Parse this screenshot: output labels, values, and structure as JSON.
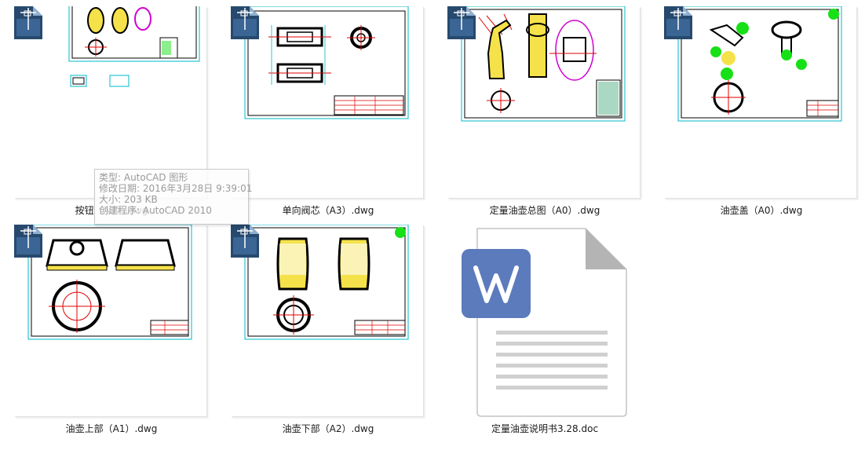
{
  "files": [
    {
      "name": "按钮（A3）.dwg",
      "type": "dwg"
    },
    {
      "name": "单向阀芯（A3）.dwg",
      "type": "dwg"
    },
    {
      "name": "定量油壶总图（A0）.dwg",
      "type": "dwg"
    },
    {
      "name": "油壶盖（A0）.dwg",
      "type": "dwg"
    },
    {
      "name": "油壶上部（A1）.dwg",
      "type": "dwg"
    },
    {
      "name": "油壶下部（A2）.dwg",
      "type": "dwg"
    },
    {
      "name": "定量油壶说明书3.28.doc",
      "type": "doc"
    }
  ],
  "tooltip": {
    "type_line": "类型: AutoCAD 图形",
    "date_line": "修改日期: 2016年3月28日 9:39:01",
    "size_line": "大小: 203 KB",
    "app_line": "创建程序: AutoCAD 2010"
  },
  "colors": {
    "cad_border": "#00b8c8",
    "cad_red": "#e00000",
    "cad_yellow": "#f5e24a",
    "cad_green": "#17e017",
    "cad_magenta": "#d000d0",
    "wps_blue": "#5b7bbd"
  },
  "icons": {
    "dwg_badge": "autocad-dwg-badge-icon",
    "doc": "wps-document-icon"
  }
}
